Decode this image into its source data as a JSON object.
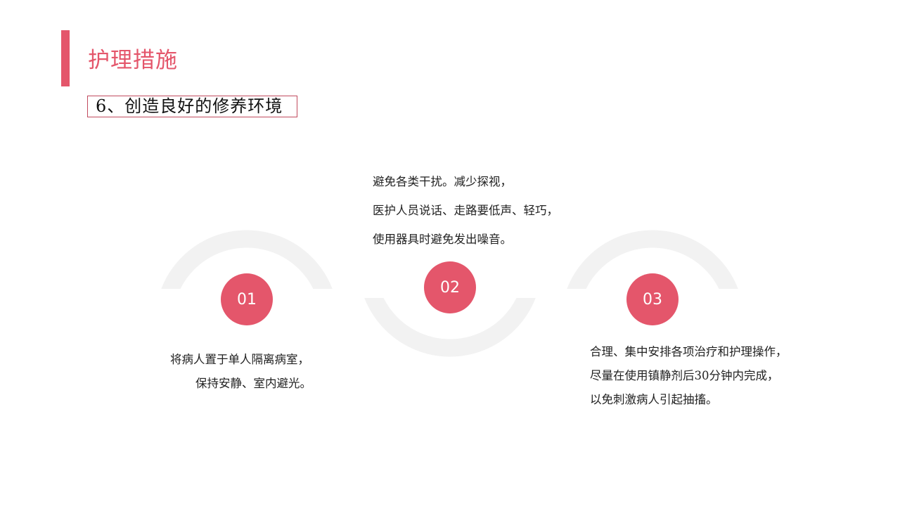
{
  "slide": {
    "title": "护理措施",
    "subtitle": "6、创造良好的修养环境",
    "colors": {
      "accent": "#E4566B",
      "title_text": "#E4566B",
      "subtitle_border": "#C14A5E",
      "arc": "#F2F2F2",
      "body_text": "#222222",
      "background": "#FFFFFF"
    }
  },
  "steps": [
    {
      "number": "01",
      "lines": [
        "将病人置于单人隔离病室，",
        "保持安静、室内避光。"
      ]
    },
    {
      "number": "02",
      "lines": [
        "避免各类干扰。减少探视，",
        "医护人员说话、走路要低声、轻巧，",
        "使用器具时避免发出噪音。"
      ]
    },
    {
      "number": "03",
      "lines": [
        "合理、集中安排各项治疗和护理操作，",
        "尽量在使用镇静剂后30分钟内完成，",
        "以免刺激病人引起抽搐。"
      ]
    }
  ]
}
